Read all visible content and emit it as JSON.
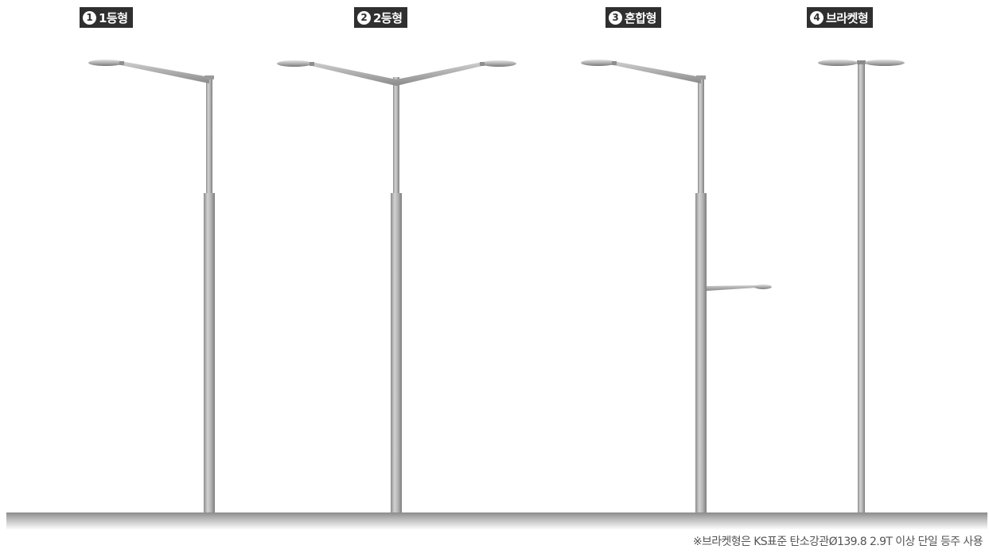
{
  "labels": [
    {
      "num": "1",
      "text": "1등형"
    },
    {
      "num": "2",
      "text": "2등형"
    },
    {
      "num": "3",
      "text": "혼합형"
    },
    {
      "num": "4",
      "text": "브라켓형"
    }
  ],
  "note": "※브라켓형은 KS표준 탄소강관Ø139.8 2.9T 이상 단일 등주 사용",
  "colors": {
    "label_bg": "#2f2f2f",
    "pole": "#a8a8a8",
    "ground": "#9a9a9a"
  }
}
